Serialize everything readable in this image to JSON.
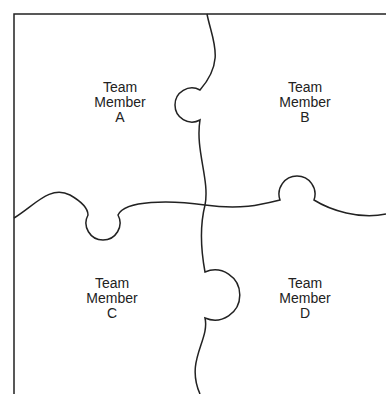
{
  "diagram": {
    "nodes": [
      {
        "text": [
          "Team Member A"
        ]
      },
      {
        "text": [
          "Team Member B"
        ]
      },
      {
        "text": [
          "Team Member C"
        ]
      },
      {
        "text": [
          "Team Member D"
        ]
      }
    ]
  }
}
